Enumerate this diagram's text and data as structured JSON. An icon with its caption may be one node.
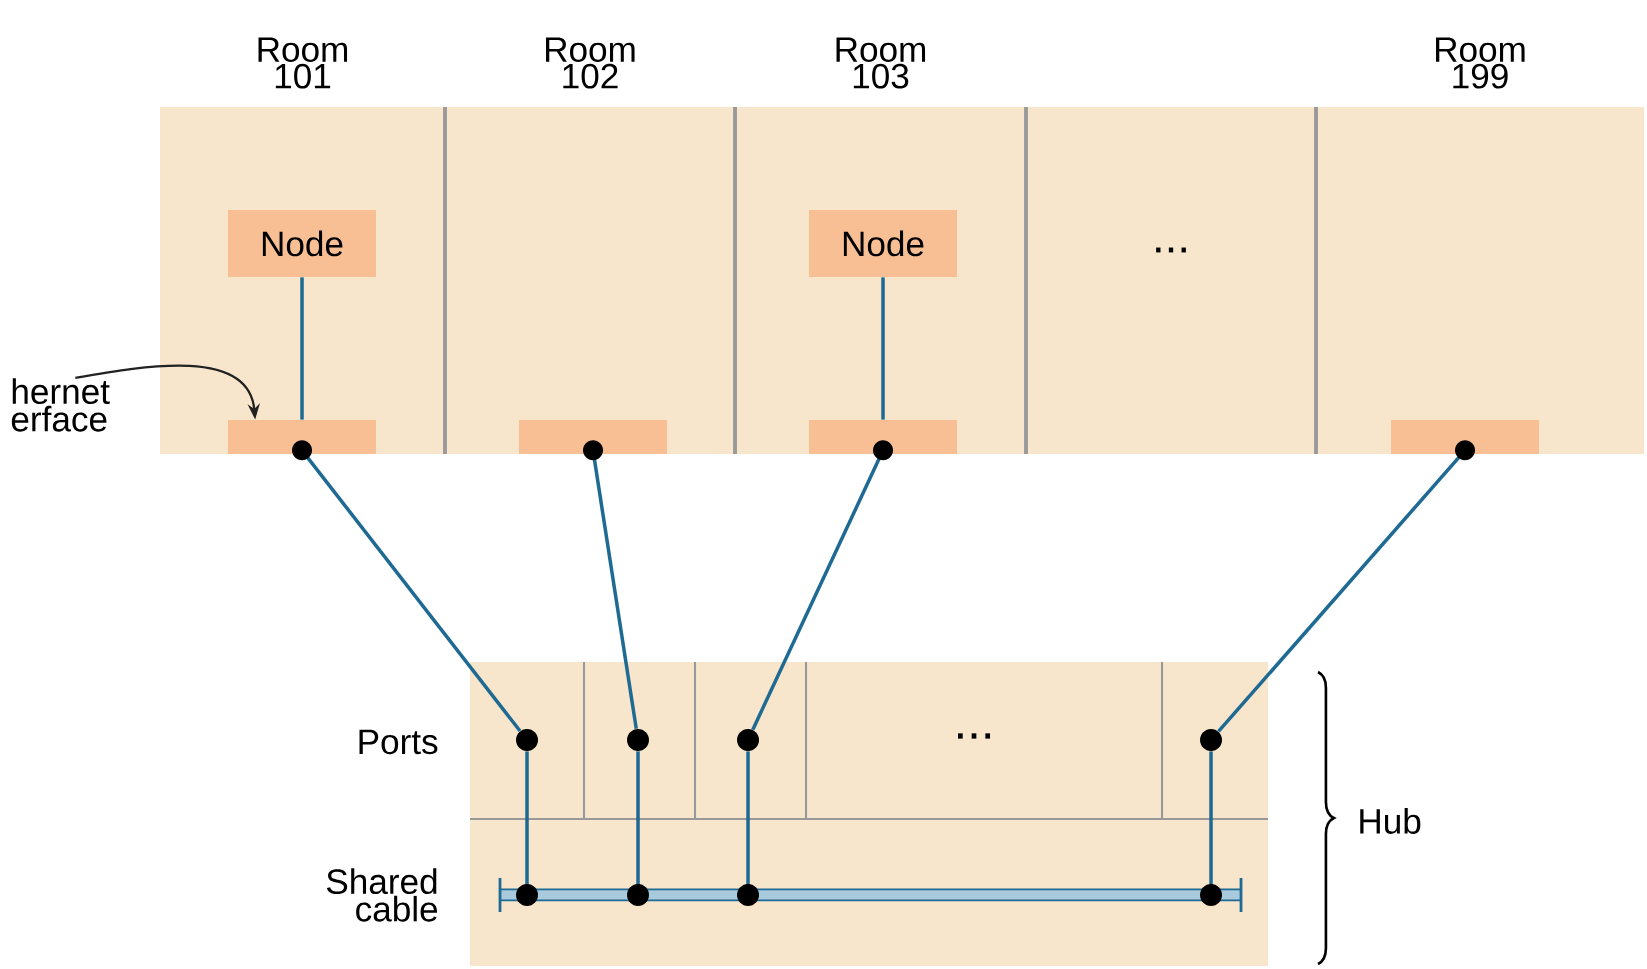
{
  "diagram": {
    "nodes": [
      {
        "text": [
          "Room 101"
        ]
      },
      {
        "text": [
          "Room 102"
        ]
      },
      {
        "text": [
          "Room 103"
        ]
      },
      {
        "text": [
          "..."
        ]
      },
      {
        "text": [
          "Room 199"
        ]
      },
      {
        "text": [
          "Node"
        ],
        "in": 0
      },
      {
        "text": [],
        "shape": "box",
        "in": 0
      },
      {
        "text": [],
        "shape": "box",
        "in": 1
      },
      {
        "text": [
          "Node"
        ],
        "in": 2
      },
      {
        "text": [],
        "shape": "box",
        "in": 2
      },
      {
        "text": [],
        "shape": "box",
        "in": 4
      },
      {
        "text": [
          "hernet erface"
        ]
      },
      {
        "text": [
          "Hub"
        ]
      },
      {
        "text": [],
        "shape": "circle",
        "in": 12
      },
      {
        "text": [],
        "shape": "circle",
        "in": 12
      },
      {
        "text": [],
        "shape": "circle",
        "in": 12
      },
      {
        "text": [],
        "shape": "circle",
        "in": 12
      },
      {
        "text": [],
        "shape": "bar",
        "in": 12,
        "beside": [
          "Shared cable"
        ]
      }
    ],
    "edges": [
      {
        "from": 5,
        "to": 6,
        "arrow": "none"
      },
      {
        "from": 8,
        "to": 9,
        "arrow": "none"
      },
      {
        "from": 11,
        "to": 6,
        "arrow": "to",
        "color": "#222222"
      },
      {
        "from": 6,
        "to": 13,
        "arrow": "none"
      },
      {
        "from": 7,
        "to": 14,
        "arrow": "none"
      },
      {
        "from": 9,
        "to": 15,
        "arrow": "none"
      },
      {
        "from": 10,
        "to": 16,
        "arrow": "none"
      },
      {
        "from": 13,
        "to": 17,
        "arrow": "none"
      },
      {
        "from": 14,
        "to": 17,
        "arrow": "none"
      },
      {
        "from": 15,
        "to": 17,
        "arrow": "none"
      },
      {
        "from": 16,
        "to": 17,
        "arrow": "none"
      }
    ],
    "labels": [
      "Ports",
      "..."
    ]
  }
}
